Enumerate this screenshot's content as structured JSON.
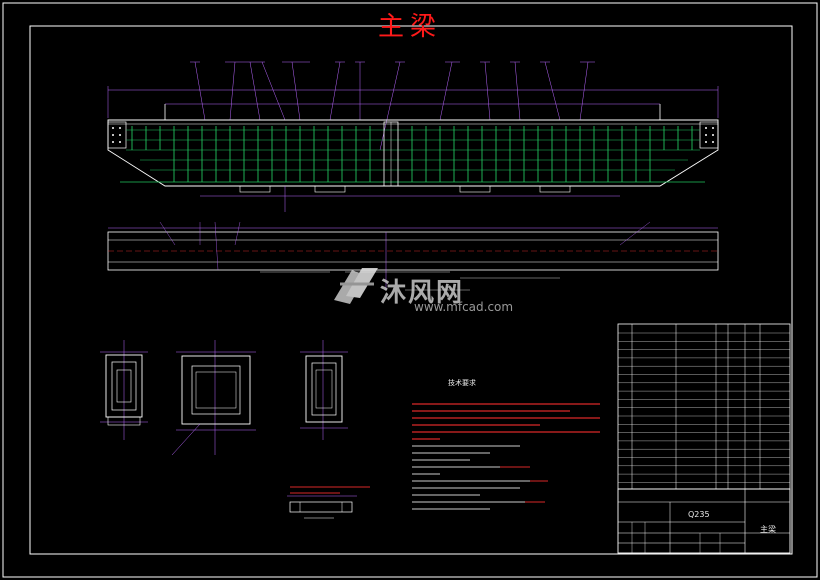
{
  "drawing": {
    "title": "主梁",
    "watermark": {
      "brand": "沐风网",
      "url": "www.mfcad.com"
    },
    "tech_requirements_title": "技术要求",
    "title_block": {
      "material": "Q235",
      "part_name": "主梁"
    }
  },
  "colors": {
    "background": "#000000",
    "frame": "#ffffff",
    "girder": "#22c55e",
    "dimension": "#b866ff",
    "annotation": "#ff3030",
    "table_lines": "#ffffff"
  }
}
